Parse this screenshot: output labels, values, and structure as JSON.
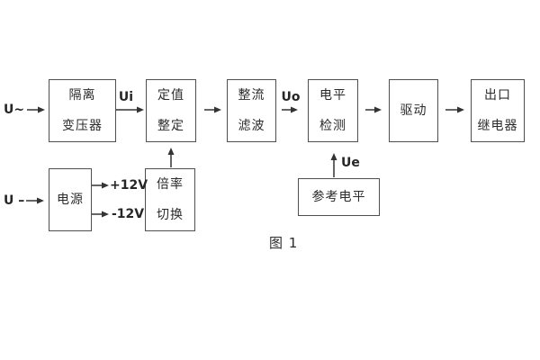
{
  "diagram": {
    "caption": "图 1",
    "colors": {
      "background": "#ffffff",
      "block_border": "#4f4f4f",
      "line": "#333333",
      "text": "#2b2b2b"
    },
    "blocks": [
      {
        "id": "isolation-transformer",
        "lines": [
          "隔离",
          "变压器"
        ]
      },
      {
        "id": "setting-adjustment",
        "lines": [
          "定值",
          "整定"
        ]
      },
      {
        "id": "rectifier-filter",
        "lines": [
          "整流",
          "滤波"
        ]
      },
      {
        "id": "level-detection",
        "lines": [
          "电平",
          "检测"
        ]
      },
      {
        "id": "driver",
        "lines": [
          "驱动"
        ]
      },
      {
        "id": "output-relay",
        "lines": [
          "出口",
          "继电器"
        ]
      },
      {
        "id": "power-supply",
        "lines": [
          "电源"
        ]
      },
      {
        "id": "ratio-switch",
        "lines": [
          "倍率",
          "切换"
        ]
      },
      {
        "id": "reference-level",
        "lines": [
          "参考电平"
        ]
      }
    ],
    "labels": {
      "input_ac": "U~",
      "input_dc": "U –",
      "ui": "Ui",
      "uo": "Uo",
      "ue": "Ue",
      "plus12": "+12V",
      "minus12": "-12V"
    }
  }
}
